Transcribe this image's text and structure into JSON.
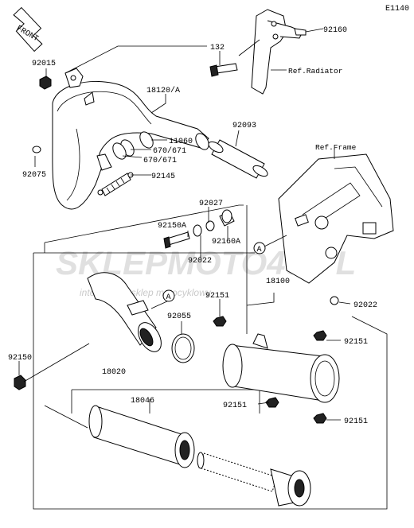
{
  "diagram_code": "E1140",
  "front_label": "FRONT",
  "refs": {
    "radiator": "Ref.Radiator",
    "frame": "Ref.Frame"
  },
  "callout_a": "A",
  "watermark": {
    "brand": "SKLEPMOTO48.PL",
    "tagline": "internetowy sklep motocyklowy"
  },
  "parts": {
    "p92160": "92160",
    "p132": "132",
    "p92015": "92015",
    "p18120a": "18120/A",
    "p11060": "11060",
    "p670a": "670/671",
    "p670b": "670/671",
    "p92145": "92145",
    "p92075": "92075",
    "p92093": "92093",
    "p92027": "92027",
    "p92150a": "92150A",
    "p92160a": "92160A",
    "p92022a": "92022",
    "p18100": "18100",
    "p92022b": "92022",
    "p92151a": "92151",
    "p92055": "92055",
    "p92151b": "92151",
    "p92150": "92150",
    "p18020": "18020",
    "p18046": "18046",
    "p92151c": "92151",
    "p92151d": "92151"
  }
}
